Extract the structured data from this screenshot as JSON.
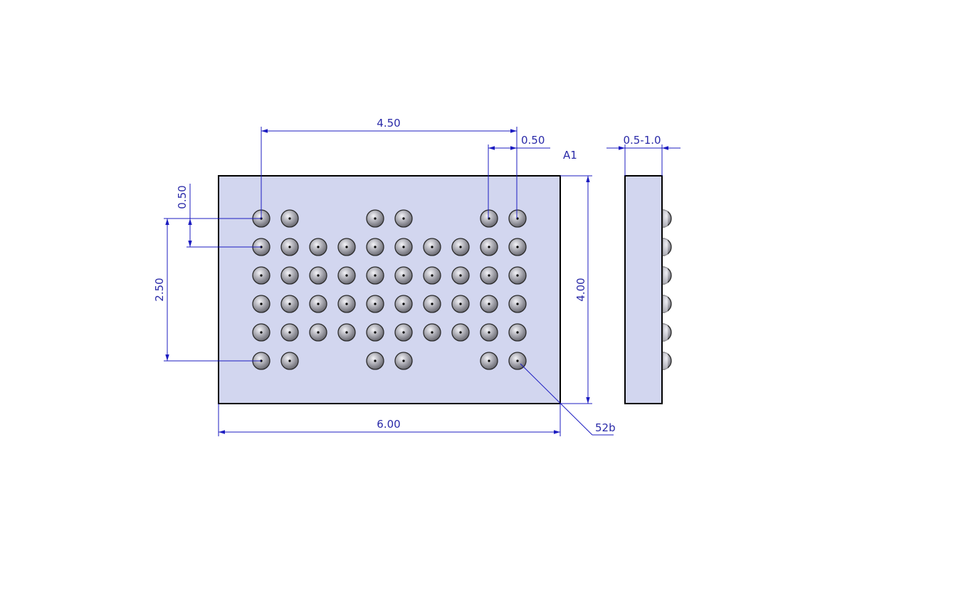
{
  "package": {
    "colors": {
      "body": "#d2d6ef",
      "ball": "#9c9ca4",
      "dimension": "#1c1cc0"
    },
    "ball_rows": [
      [
        1,
        1,
        0,
        0,
        1,
        1,
        0,
        0,
        1,
        1
      ],
      [
        1,
        1,
        1,
        1,
        1,
        1,
        1,
        1,
        1,
        1
      ],
      [
        1,
        1,
        1,
        1,
        1,
        1,
        1,
        1,
        1,
        1
      ],
      [
        1,
        1,
        1,
        1,
        1,
        1,
        1,
        1,
        1,
        1
      ],
      [
        1,
        1,
        1,
        1,
        1,
        1,
        1,
        1,
        1,
        1
      ],
      [
        1,
        1,
        0,
        0,
        1,
        1,
        0,
        0,
        1,
        1
      ]
    ],
    "side_ball_count": 6
  },
  "labels": {
    "dim_span_x": "4.50",
    "dim_pitch_x": "0.50",
    "pin_a1": "A1",
    "dim_pitch_y": "0.50",
    "dim_span_y": "2.50",
    "dim_height": "4.00",
    "dim_width": "6.00",
    "ball_count": "52b",
    "dim_thickness": "0.5-1.0"
  }
}
